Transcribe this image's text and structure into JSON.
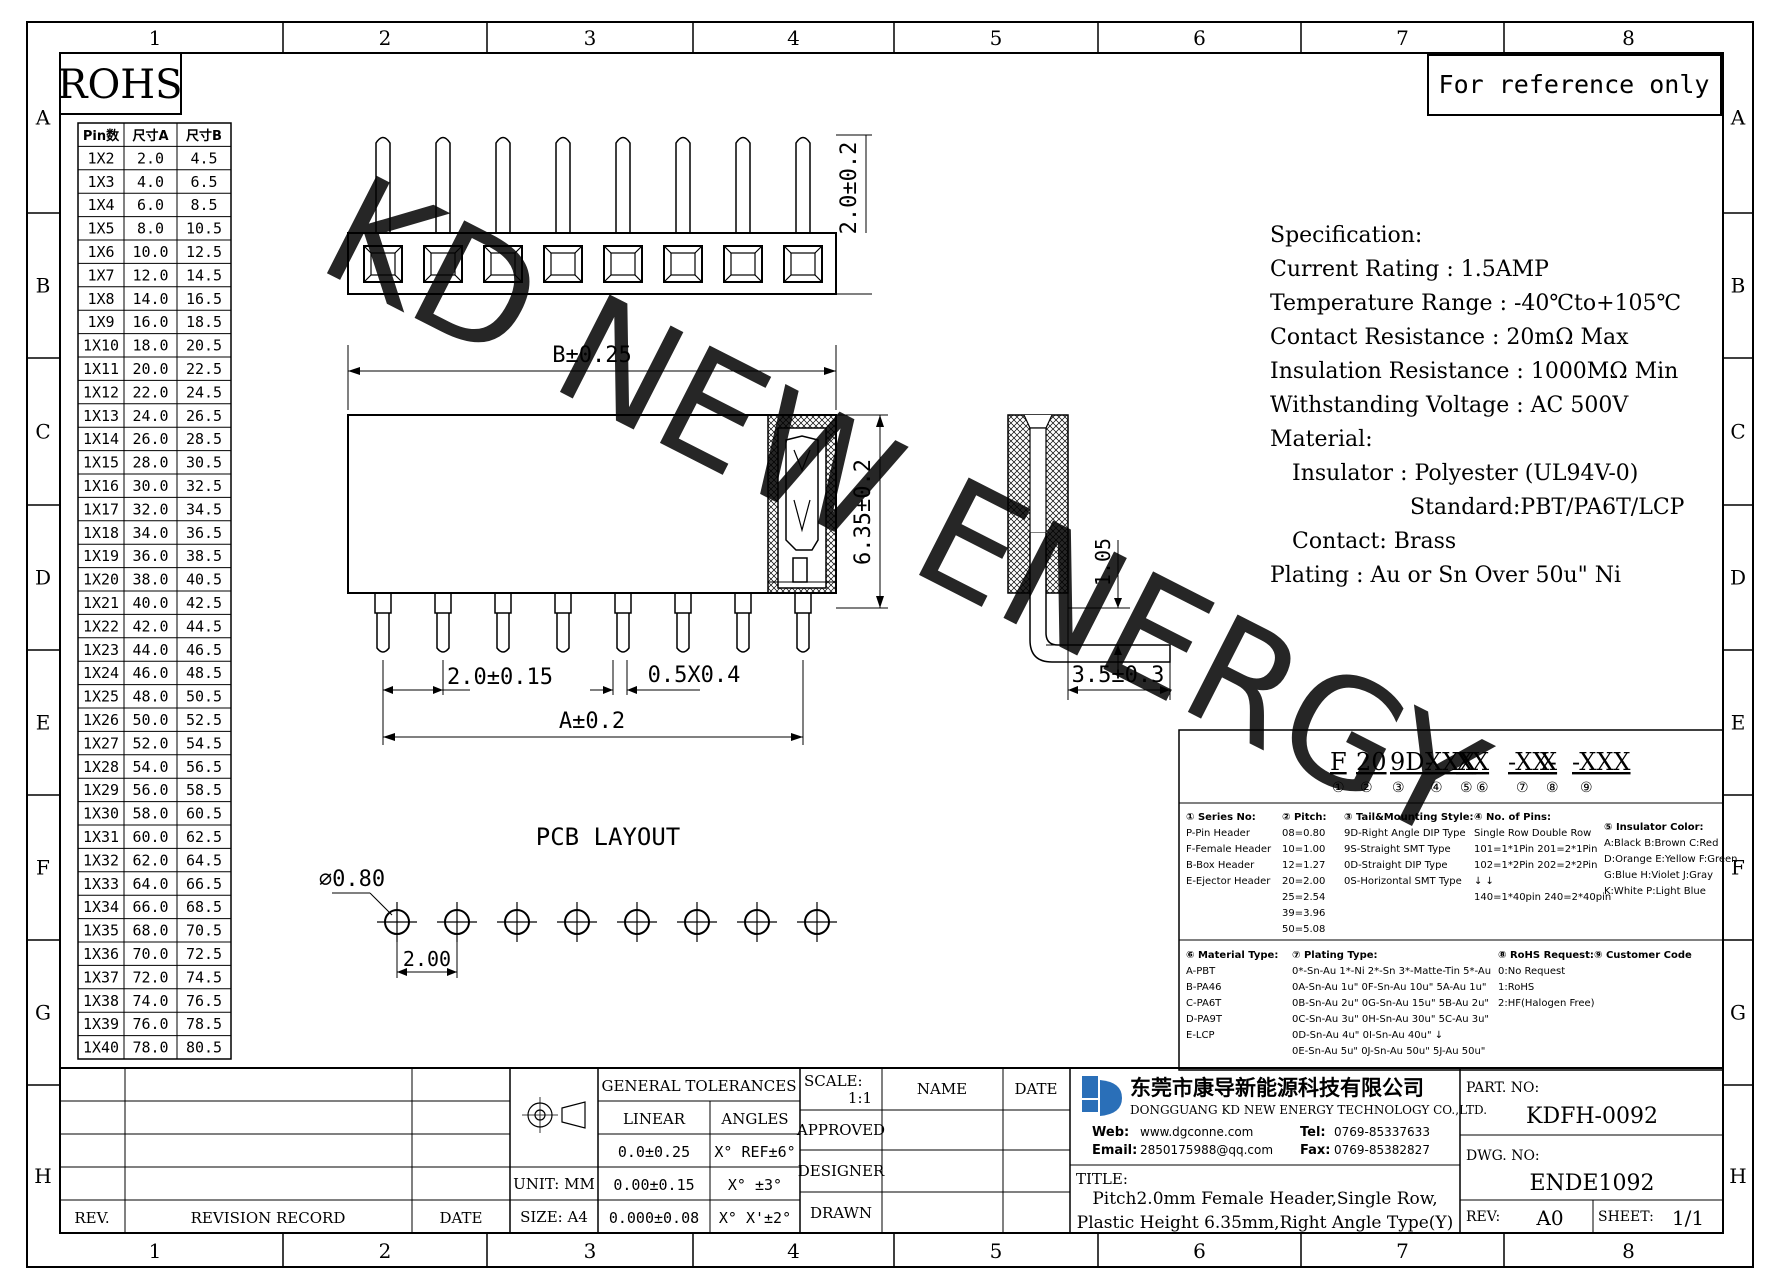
{
  "zones": {
    "cols": [
      "1",
      "2",
      "3",
      "4",
      "5",
      "6",
      "7",
      "8"
    ],
    "rows": [
      "A",
      "B",
      "C",
      "D",
      "E",
      "F",
      "G",
      "H"
    ]
  },
  "rohs": "ROHS",
  "reference_note": "For reference only",
  "watermark": "KD NEW ENERGY",
  "pin_table": {
    "headers": [
      "Pin数",
      "尺寸A",
      "尺寸B"
    ],
    "rows": [
      [
        "1X2",
        "2.0",
        "4.5"
      ],
      [
        "1X3",
        "4.0",
        "6.5"
      ],
      [
        "1X4",
        "6.0",
        "8.5"
      ],
      [
        "1X5",
        "8.0",
        "10.5"
      ],
      [
        "1X6",
        "10.0",
        "12.5"
      ],
      [
        "1X7",
        "12.0",
        "14.5"
      ],
      [
        "1X8",
        "14.0",
        "16.5"
      ],
      [
        "1X9",
        "16.0",
        "18.5"
      ],
      [
        "1X10",
        "18.0",
        "20.5"
      ],
      [
        "1X11",
        "20.0",
        "22.5"
      ],
      [
        "1X12",
        "22.0",
        "24.5"
      ],
      [
        "1X13",
        "24.0",
        "26.5"
      ],
      [
        "1X14",
        "26.0",
        "28.5"
      ],
      [
        "1X15",
        "28.0",
        "30.5"
      ],
      [
        "1X16",
        "30.0",
        "32.5"
      ],
      [
        "1X17",
        "32.0",
        "34.5"
      ],
      [
        "1X18",
        "34.0",
        "36.5"
      ],
      [
        "1X19",
        "36.0",
        "38.5"
      ],
      [
        "1X20",
        "38.0",
        "40.5"
      ],
      [
        "1X21",
        "40.0",
        "42.5"
      ],
      [
        "1X22",
        "42.0",
        "44.5"
      ],
      [
        "1X23",
        "44.0",
        "46.5"
      ],
      [
        "1X24",
        "46.0",
        "48.5"
      ],
      [
        "1X25",
        "48.0",
        "50.5"
      ],
      [
        "1X26",
        "50.0",
        "52.5"
      ],
      [
        "1X27",
        "52.0",
        "54.5"
      ],
      [
        "1X28",
        "54.0",
        "56.5"
      ],
      [
        "1X29",
        "56.0",
        "58.5"
      ],
      [
        "1X30",
        "58.0",
        "60.5"
      ],
      [
        "1X31",
        "60.0",
        "62.5"
      ],
      [
        "1X32",
        "62.0",
        "64.5"
      ],
      [
        "1X33",
        "64.0",
        "66.5"
      ],
      [
        "1X34",
        "66.0",
        "68.5"
      ],
      [
        "1X35",
        "68.0",
        "70.5"
      ],
      [
        "1X36",
        "70.0",
        "72.5"
      ],
      [
        "1X37",
        "72.0",
        "74.5"
      ],
      [
        "1X38",
        "74.0",
        "76.5"
      ],
      [
        "1X39",
        "76.0",
        "78.5"
      ],
      [
        "1X40",
        "78.0",
        "80.5"
      ]
    ]
  },
  "dims": {
    "pin_height": "2.0±0.2",
    "b_width": "B±0.25",
    "plastic_height": "6.35±0.2",
    "pitch": "2.0±0.15",
    "pin_size": "0.5X0.4",
    "a_width": "A±0.2",
    "tail_offset": "1.05",
    "tail_length": "3.5±0.3",
    "pcb_label": "PCB LAYOUT",
    "hole_dia": "⌀0.80",
    "hole_pitch": "2.00"
  },
  "spec": {
    "lines": [
      "Specification:",
      "Current Rating : 1.5AMP",
      "Temperature Range : -40℃to+105℃",
      "Contact Resistance : 20mΩ Max",
      "Insulation Resistance : 1000MΩ Min",
      "Withstanding Voltage : AC 500V",
      "Material:",
      "Insulator : Polyester (UL94V-0)",
      "Standard:PBT/PA6T/LCP",
      "Contact: Brass",
      "Plating : Au or Sn Over 50u\" Ni"
    ]
  },
  "part_code": {
    "segments": [
      "F",
      "20",
      "9D-",
      "XXX",
      "X",
      "X",
      "-XX-",
      "X",
      "-XXX"
    ],
    "numbers": [
      "①",
      "②",
      "③",
      "④",
      "⑤",
      "⑥",
      "⑦",
      "⑧",
      "⑨"
    ],
    "block1": [
      [
        "① Series No:",
        "P-Pin Header",
        "F-Female Header",
        "B-Box Header",
        "E-Ejector Header"
      ],
      [
        "② Pitch:",
        "08=0.80",
        "10=1.00",
        "12=1.27",
        "20=2.00",
        "25=2.54",
        "39=3.96",
        "50=5.08"
      ],
      [
        "③ Tail&Mounting Style:",
        "9D-Right Angle DIP Type",
        "9S-Straight SMT Type",
        "0D-Straight DIP Type",
        "0S-Horizontal SMT Type"
      ],
      [
        "④ No. of Pins:",
        "Single Row   Double Row",
        "101=1*1Pin  201=2*1Pin",
        "102=1*2Pin  202=2*2Pin",
        "  ↓              ↓",
        "140=1*40pin  240=2*40pin"
      ],
      [
        "⑤ Insulator Color:",
        "A:Black B:Brown C:Red",
        "D:Orange E:Yellow F:Green",
        "G:Blue  H:Violet J:Gray",
        "K:White P:Light Blue"
      ]
    ],
    "block2": [
      [
        "⑥ Material Type:",
        "A-PBT",
        "B-PA46",
        "C-PA6T",
        "D-PA9T",
        "E-LCP"
      ],
      [
        "⑦ Plating Type:",
        "0*-Sn-Au 1*-Ni 2*-Sn 3*-Matte-Tin 5*-Au",
        "0A-Sn-Au 1u\" 0F-Sn-Au 10u\"  5A-Au 1u\"",
        "0B-Sn-Au 2u\" 0G-Sn-Au 15u\"  5B-Au 2u\"",
        "0C-Sn-Au 3u\" 0H-Sn-Au 30u\"  5C-Au 3u\"",
        "0D-Sn-Au 4u\" 0I-Sn-Au 40u\"      ↓",
        "0E-Sn-Au 5u\" 0J-Sn-Au 50u\"  5J-Au 50u\""
      ],
      [
        "⑧ RoHS Request:",
        "0:No Request",
        "1:RoHS",
        "2:HF(Halogen Free)"
      ],
      [
        "⑨ Customer Code"
      ]
    ]
  },
  "title_block": {
    "rev": "REV.",
    "revision_record": "REVISION RECORD",
    "date": "DATE",
    "unit_label": "UNIT: MM",
    "size_label": "SIZE: A4",
    "general_tolerances": "GENERAL TOLERANCES",
    "linear": "LINEAR",
    "angles": "ANGLES",
    "tol_rows": [
      [
        "0.0±0.25",
        "X° REF±6°"
      ],
      [
        "0.00±0.15",
        "X° ±3°"
      ],
      [
        "0.000±0.08",
        "X° X'±2°"
      ]
    ],
    "scale_label": "SCALE:",
    "scale_value": "1:1",
    "name": "NAME",
    "date2": "DATE",
    "approved": "APPROVED",
    "designer": "DESIGNER",
    "drawn": "DRAWN",
    "company_cn": "东莞市康导新能源科技有限公司",
    "company_en": "DONGGUANG KD NEW ENERGY TECHNOLOGY CO.,LTD.",
    "web_label": "Web:",
    "web": "www.dgconne.com",
    "tel_label": "Tel:",
    "tel": "0769-85337633",
    "email_label": "Email:",
    "email": "2850175988@qq.com",
    "fax_label": "Fax:",
    "fax": "0769-85382827",
    "title_label": "TITLE:",
    "title_line1": "Pitch2.0mm Female Header,Single Row,",
    "title_line2": "Plastic Height 6.35mm,Right Angle Type(Y)",
    "part_no_label": "PART. NO:",
    "part_no": "KDFH-0092",
    "dwg_no_label": "DWG. NO:",
    "dwg_no": "ENDE1092",
    "rev_label": "REV:",
    "rev_value": "A0",
    "sheet_label": "SHEET:",
    "sheet_value": "1/1"
  },
  "colors": {
    "line": "#000000",
    "watermark": "#2ee8ee",
    "logo": "#2a6fb8"
  }
}
